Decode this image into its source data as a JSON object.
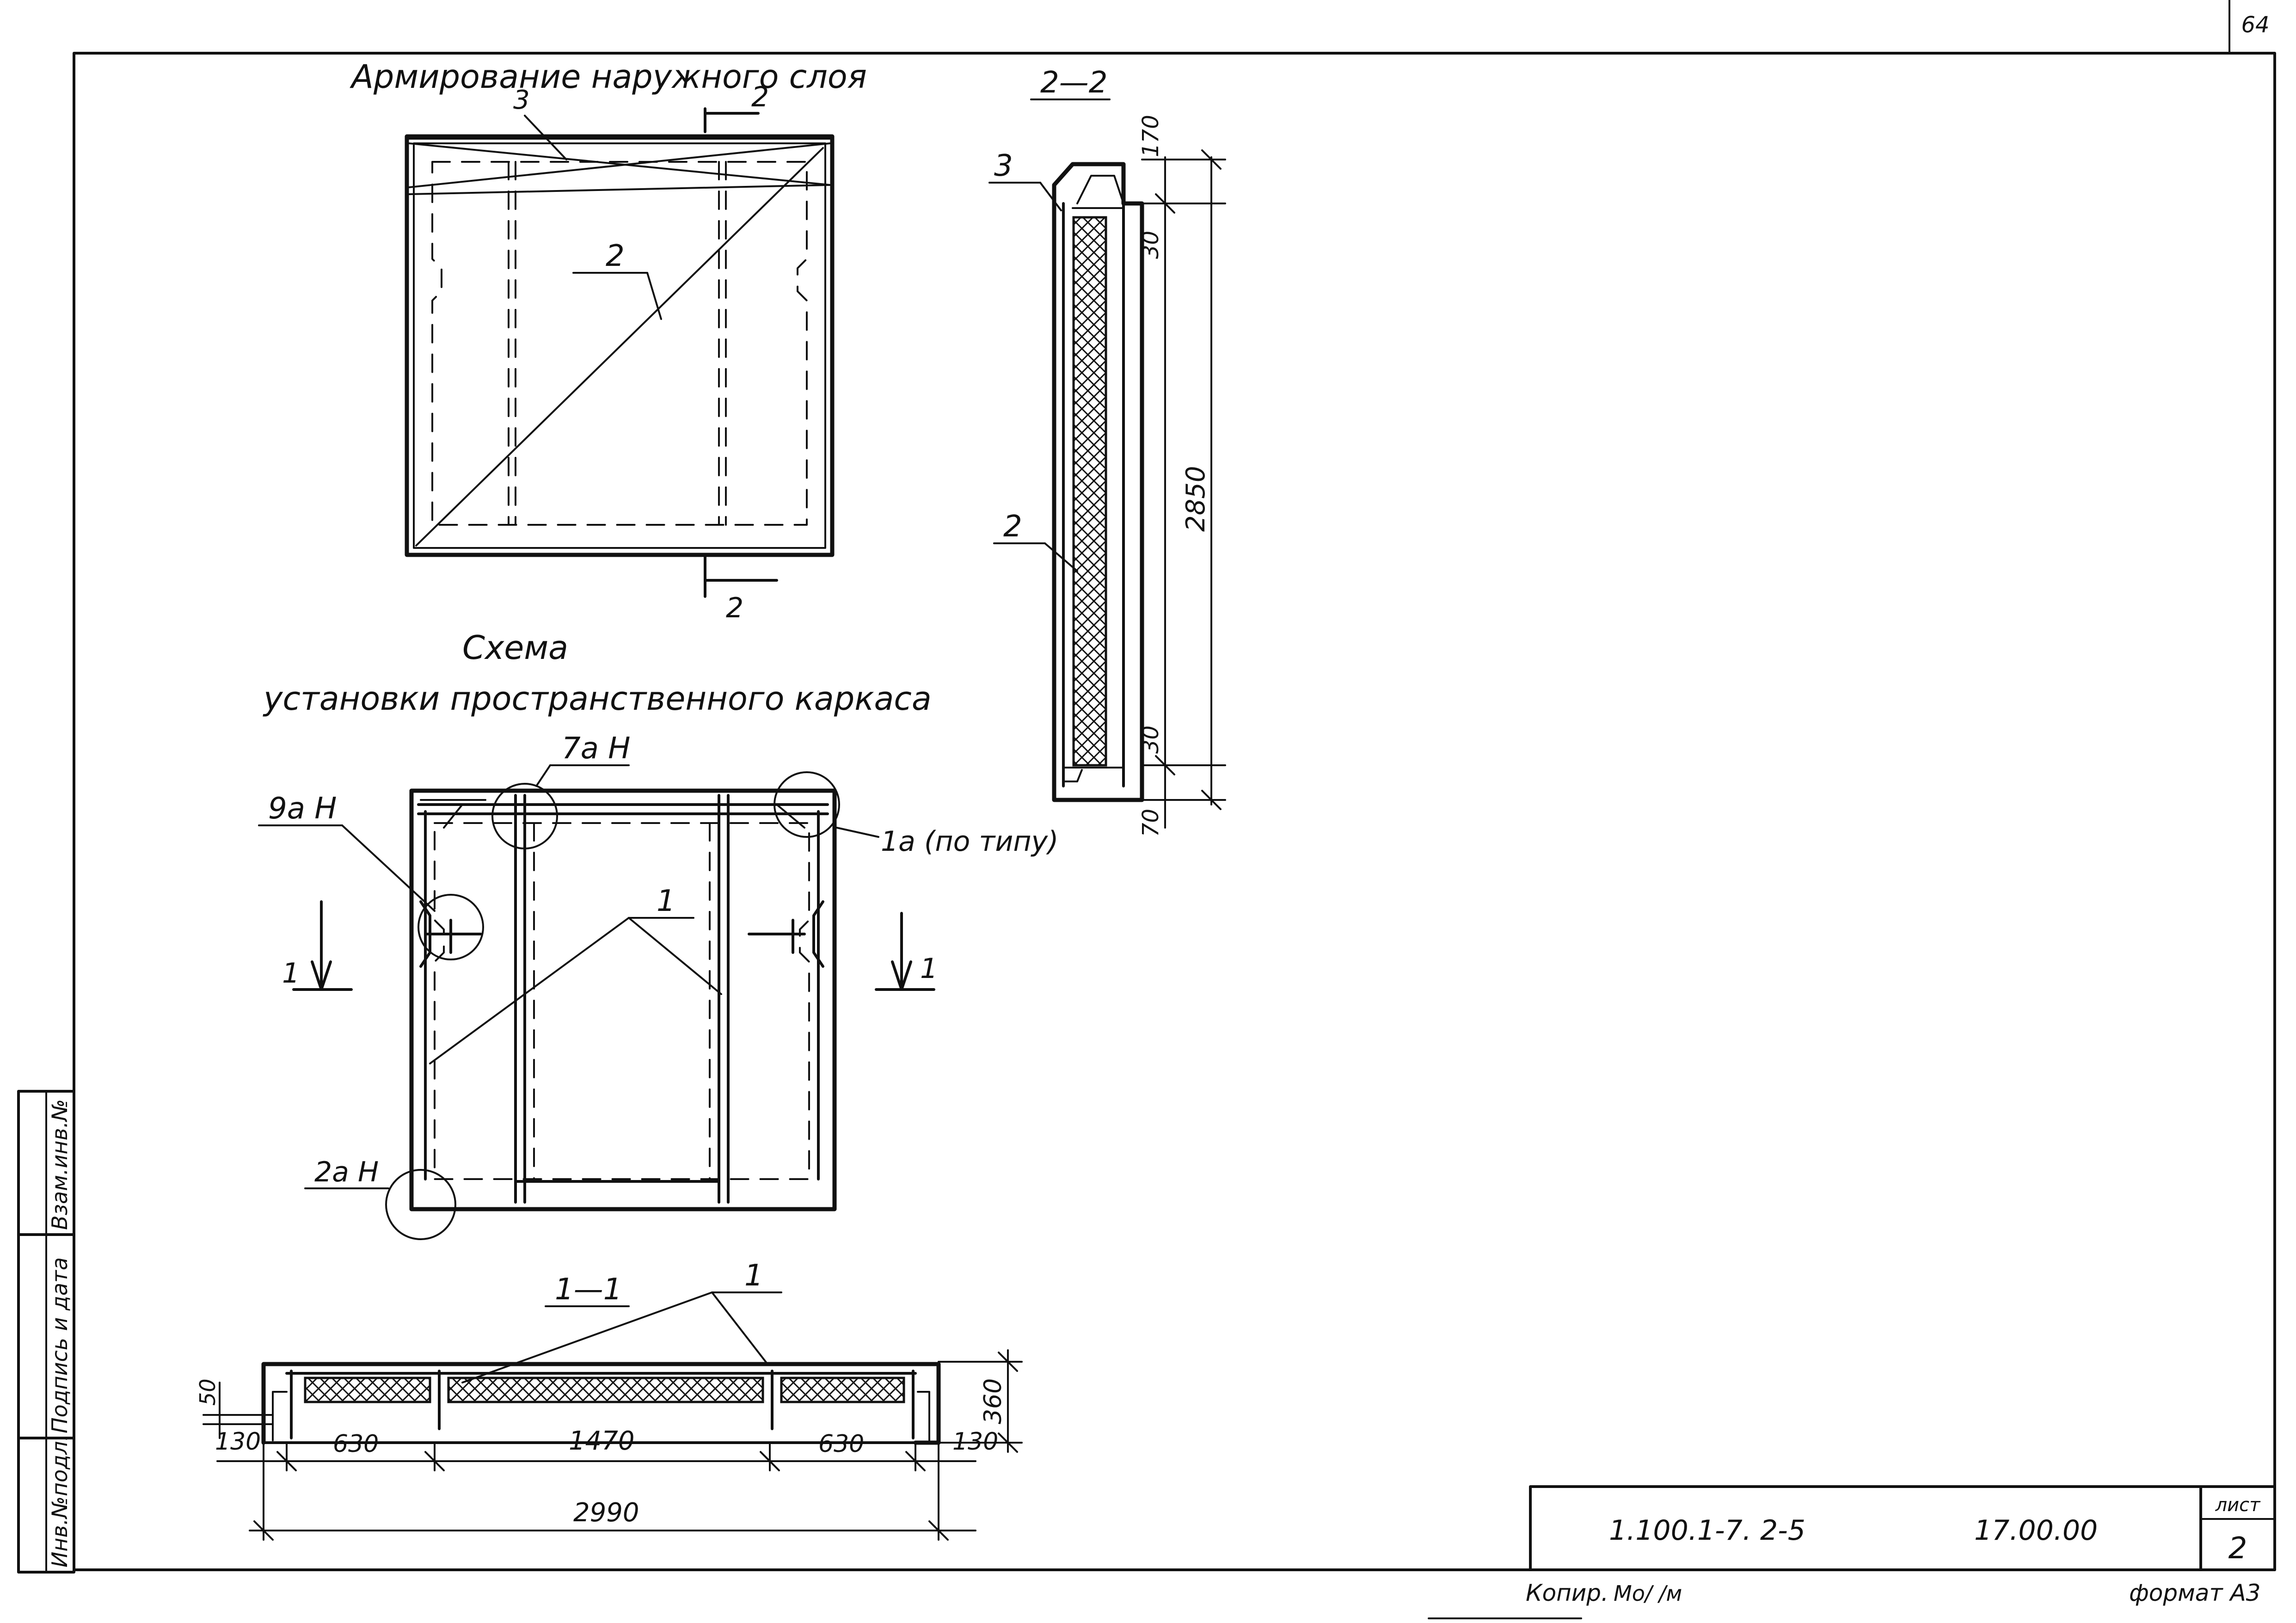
{
  "sheet": {
    "page_number": "64",
    "format_label": "формат А3",
    "copied_label": "Копир.",
    "copied_signature": "Мо/ /м"
  },
  "title_block": {
    "doc_code": "1.100.1-7. 2-5",
    "item_code": "17.00.00",
    "sheet_label": "лист",
    "sheet_number": "2"
  },
  "side_stamp": {
    "inv_number": "Инв.№подл.",
    "sign_date": "Подпись и дата",
    "replace_inv": "Взам.инв.№"
  },
  "view_outer_reinforcement": {
    "title": "Армирование наружного слоя",
    "leader_3": "3",
    "leader_2": "2",
    "section_mark_top": "2",
    "section_mark_bottom": "2"
  },
  "section_2_2": {
    "title": "2—2",
    "leader_3": "3",
    "leader_2": "2",
    "dims": [
      "170",
      "30",
      "2850",
      "30",
      "70"
    ]
  },
  "view_space_frame": {
    "title_line1": "Схема",
    "title_line2": "установки пространственного каркаса",
    "node_7aH": "7а Н",
    "node_9aH": "9а Н",
    "node_1a": "1а (по типу)",
    "leader_1": "1",
    "node_2aH": "2а Н",
    "section_mark_left": "1",
    "section_mark_right": "1"
  },
  "section_1_1": {
    "title": "1—1",
    "leader_1": "1",
    "dim_height": "360",
    "dim_lip": "50",
    "dims_bottom": [
      "130",
      "630",
      "1470",
      "630",
      "130"
    ],
    "dim_total": "2990"
  }
}
